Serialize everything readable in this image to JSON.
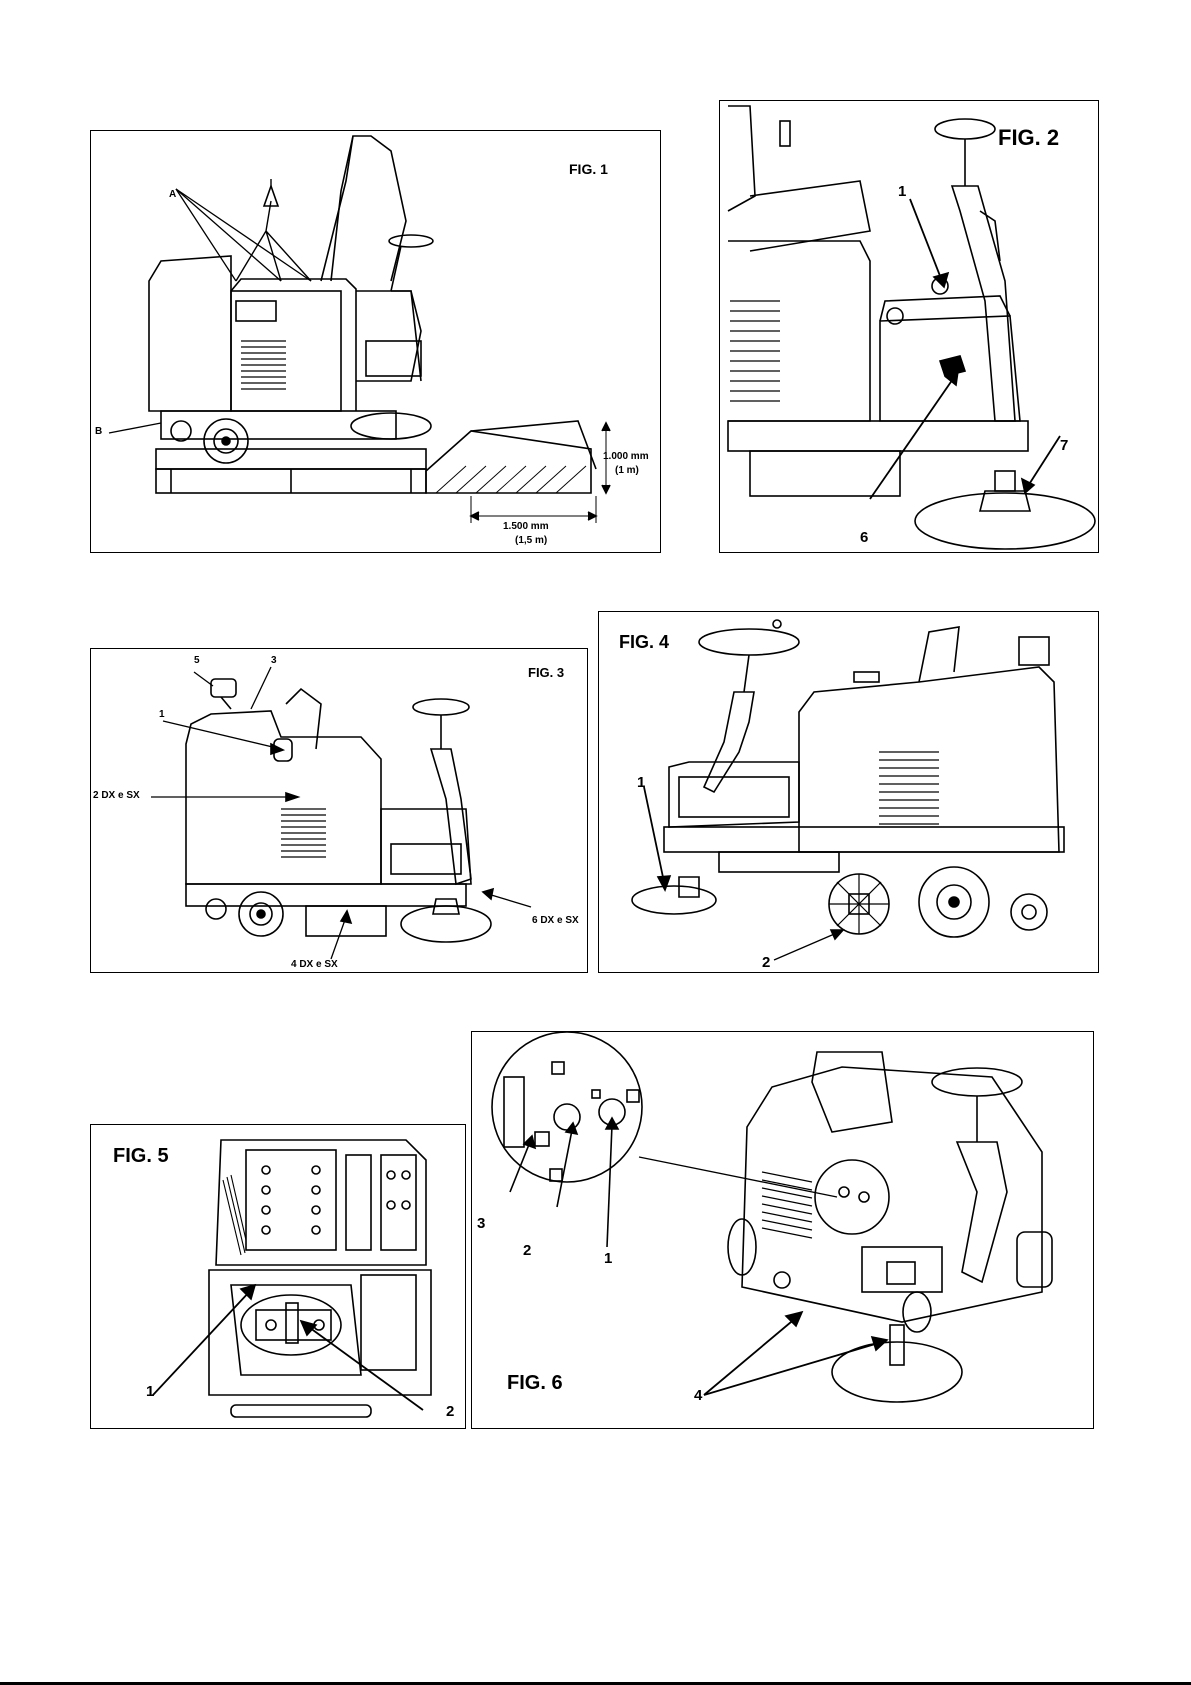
{
  "fig1": {
    "title": "FIG. 1",
    "label_a": "A",
    "label_b": "B",
    "height_mm": "1.000 mm",
    "height_m": "(1 m)",
    "length_mm": "1.500 mm",
    "length_m": "(1,5 m)"
  },
  "fig2": {
    "title": "FIG. 2",
    "callouts": [
      "1",
      "6",
      "7"
    ]
  },
  "fig3": {
    "title": "FIG. 3",
    "callouts": [
      "5",
      "3",
      "1",
      "2 DX e SX",
      "6 DX e SX",
      "4 DX e SX"
    ]
  },
  "fig4": {
    "title": "FIG. 4",
    "callouts": [
      "1",
      "2"
    ]
  },
  "fig5": {
    "title": "FIG. 5",
    "callouts": [
      "1",
      "2"
    ]
  },
  "fig6": {
    "title": "FIG. 6",
    "callouts": [
      "3",
      "2",
      "1",
      "4"
    ]
  }
}
